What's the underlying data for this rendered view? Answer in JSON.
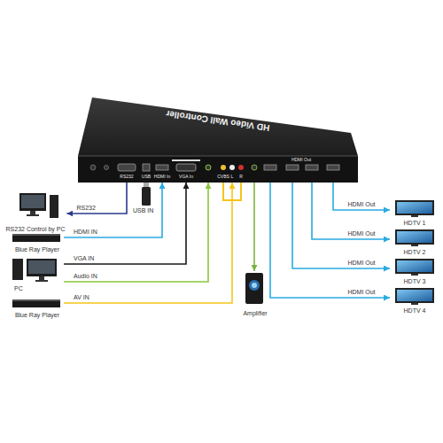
{
  "diagram": {
    "nodes": [
      {
        "text": [
          "HD Video Wall Controller"
        ]
      },
      {
        "text": [
          "RS232 Control by PC"
        ]
      },
      {
        "text": [
          "Blue Ray Player"
        ]
      },
      {
        "text": [
          "PC"
        ]
      },
      {
        "text": [
          "Blue Ray Player"
        ]
      },
      {
        "text": [
          "Amplifier"
        ]
      },
      {
        "text": [
          "HDTV 1"
        ]
      },
      {
        "text": [
          "HDTV 2"
        ]
      },
      {
        "text": [
          "HDTV 3"
        ]
      },
      {
        "text": [
          "HDTV 4"
        ]
      }
    ],
    "edges": [
      {
        "from": 0,
        "to": 1,
        "label": "RS232",
        "arrow": "to"
      },
      {
        "from": 2,
        "to": 0,
        "label": "HDMI IN",
        "arrow": "to"
      },
      {
        "from": 3,
        "to": 0,
        "label": "VGA IN",
        "arrow": "to"
      },
      {
        "from": 3,
        "to": 0,
        "label": "Audio IN",
        "arrow": "to"
      },
      {
        "from": 4,
        "to": 0,
        "label": "AV IN",
        "arrow": "to"
      },
      {
        "from": 0,
        "to": 5,
        "arrow": "to"
      },
      {
        "from": 0,
        "to": 6,
        "label": "HDMI Out",
        "arrow": "to"
      },
      {
        "from": 0,
        "to": 7,
        "label": "HDMI Out",
        "arrow": "to"
      },
      {
        "from": 0,
        "to": 8,
        "label": "HDMI Out",
        "arrow": "to"
      },
      {
        "from": 0,
        "to": 9,
        "label": "HDMI Out",
        "arrow": "to"
      }
    ],
    "labels": [
      "USB IN",
      "RS232",
      "USB",
      "HDMI In",
      "VGA In",
      "CVBS",
      "L",
      "R",
      "HDMI Out"
    ]
  }
}
